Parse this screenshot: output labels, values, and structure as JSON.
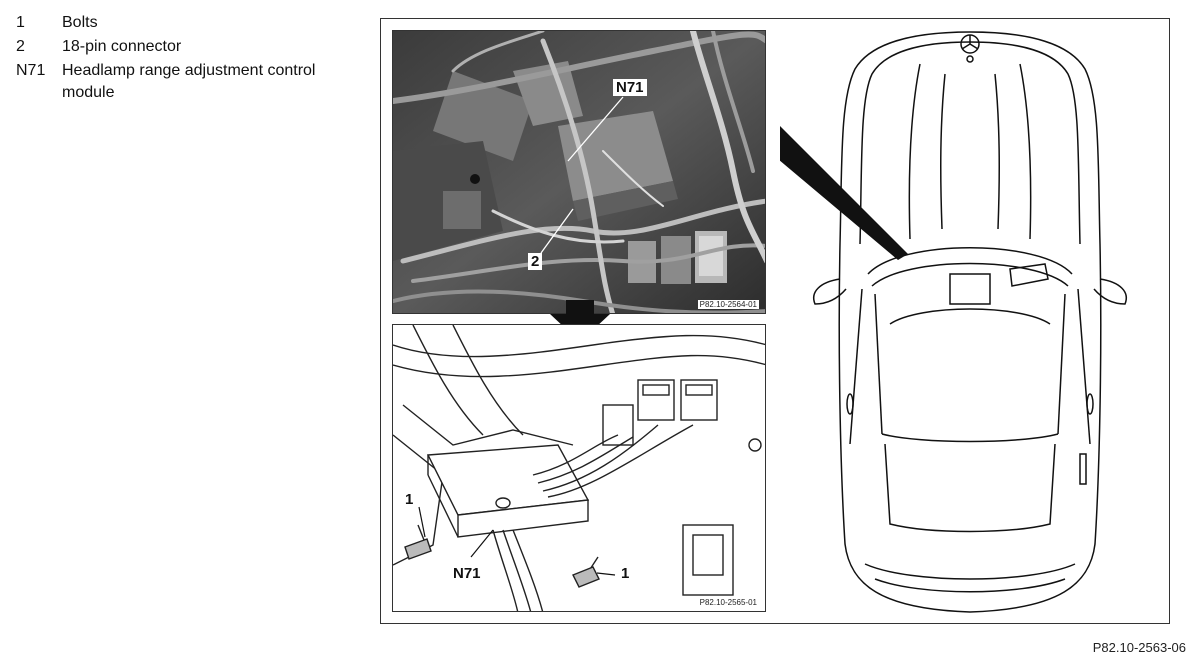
{
  "legend": [
    {
      "key": "1",
      "text": "Bolts"
    },
    {
      "key": "2",
      "text": "18-pin connector"
    },
    {
      "key": "N71",
      "text": "Headlamp range adjustment control module"
    }
  ],
  "photo": {
    "ref": "P82.10-2564-01",
    "callouts": {
      "module": "N71",
      "connector": "2"
    }
  },
  "drawing": {
    "ref": "P82.10-2565-01",
    "callouts": {
      "bolt_left": "1",
      "bolt_right": "1",
      "module": "N71"
    }
  },
  "figure_id": "P82.10-2563-06"
}
